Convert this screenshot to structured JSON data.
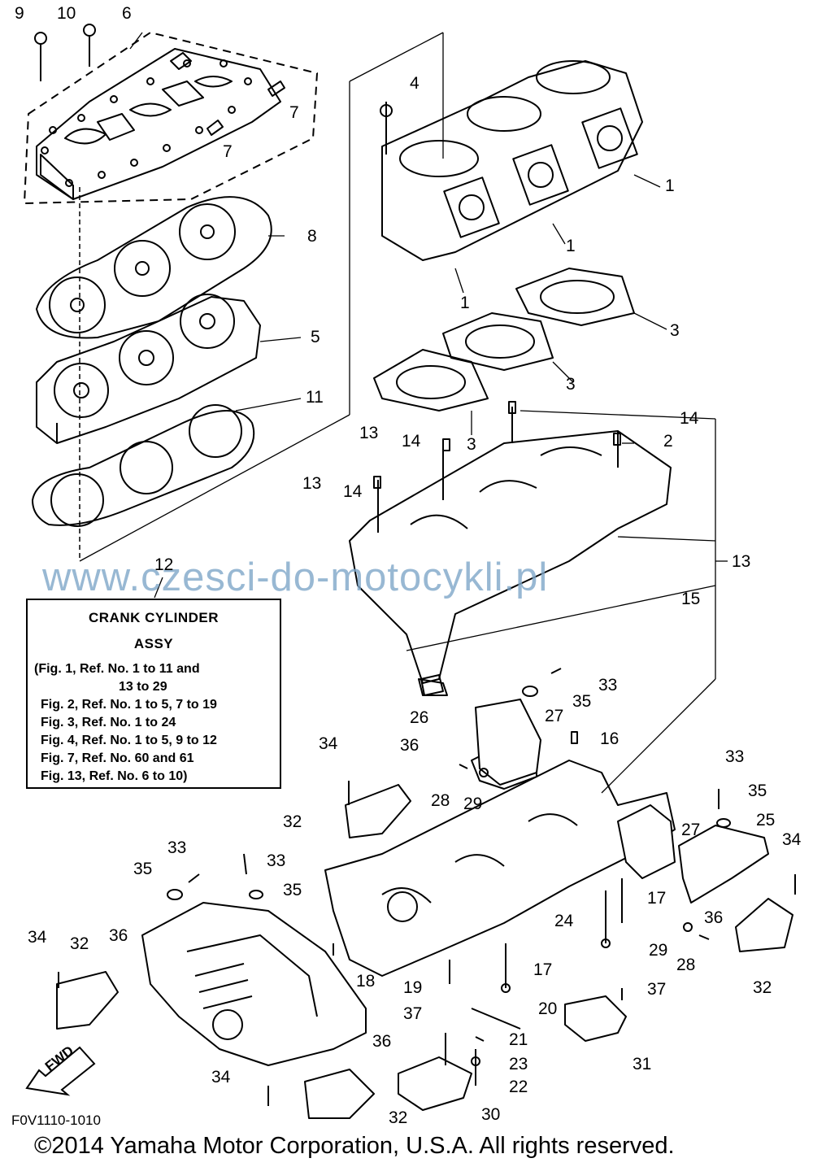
{
  "watermark": "www.czesci-do-motocykli.pl",
  "info_box": {
    "title_line1": "CRANK CYLINDER",
    "title_line2": "ASSY",
    "lines": [
      "(Fig. 1, Ref. No. 1 to 11 and",
      "13 to 29",
      "Fig. 2, Ref. No. 1 to 5, 7 to 19",
      "Fig. 3, Ref. No. 1 to 24",
      "Fig. 4, Ref. No. 1 to 5, 9 to 12",
      "Fig. 7, Ref. No. 60 and 61",
      "Fig. 13, Ref. No. 6 to 10)"
    ]
  },
  "fwd_label": "FWD",
  "figure_code": "F0V1110-1010",
  "copyright": "©2014 Yamaha Motor Corporation, U.S.A. All rights reserved.",
  "callouts": [
    "9",
    "10",
    "6",
    "4",
    "7",
    "7",
    "1",
    "1",
    "1",
    "8",
    "5",
    "3",
    "3",
    "11",
    "3",
    "14",
    "2",
    "13",
    "14",
    "13",
    "14",
    "12",
    "13",
    "15",
    "33",
    "35",
    "26",
    "27",
    "16",
    "36",
    "34",
    "28",
    "29",
    "33",
    "35",
    "32",
    "25",
    "34",
    "27",
    "33",
    "35",
    "17",
    "33",
    "35",
    "24",
    "36",
    "29",
    "28",
    "32",
    "34",
    "32",
    "36",
    "18",
    "19",
    "17",
    "37",
    "20",
    "21",
    "37",
    "23",
    "22",
    "31",
    "36",
    "34",
    "30",
    "32"
  ]
}
